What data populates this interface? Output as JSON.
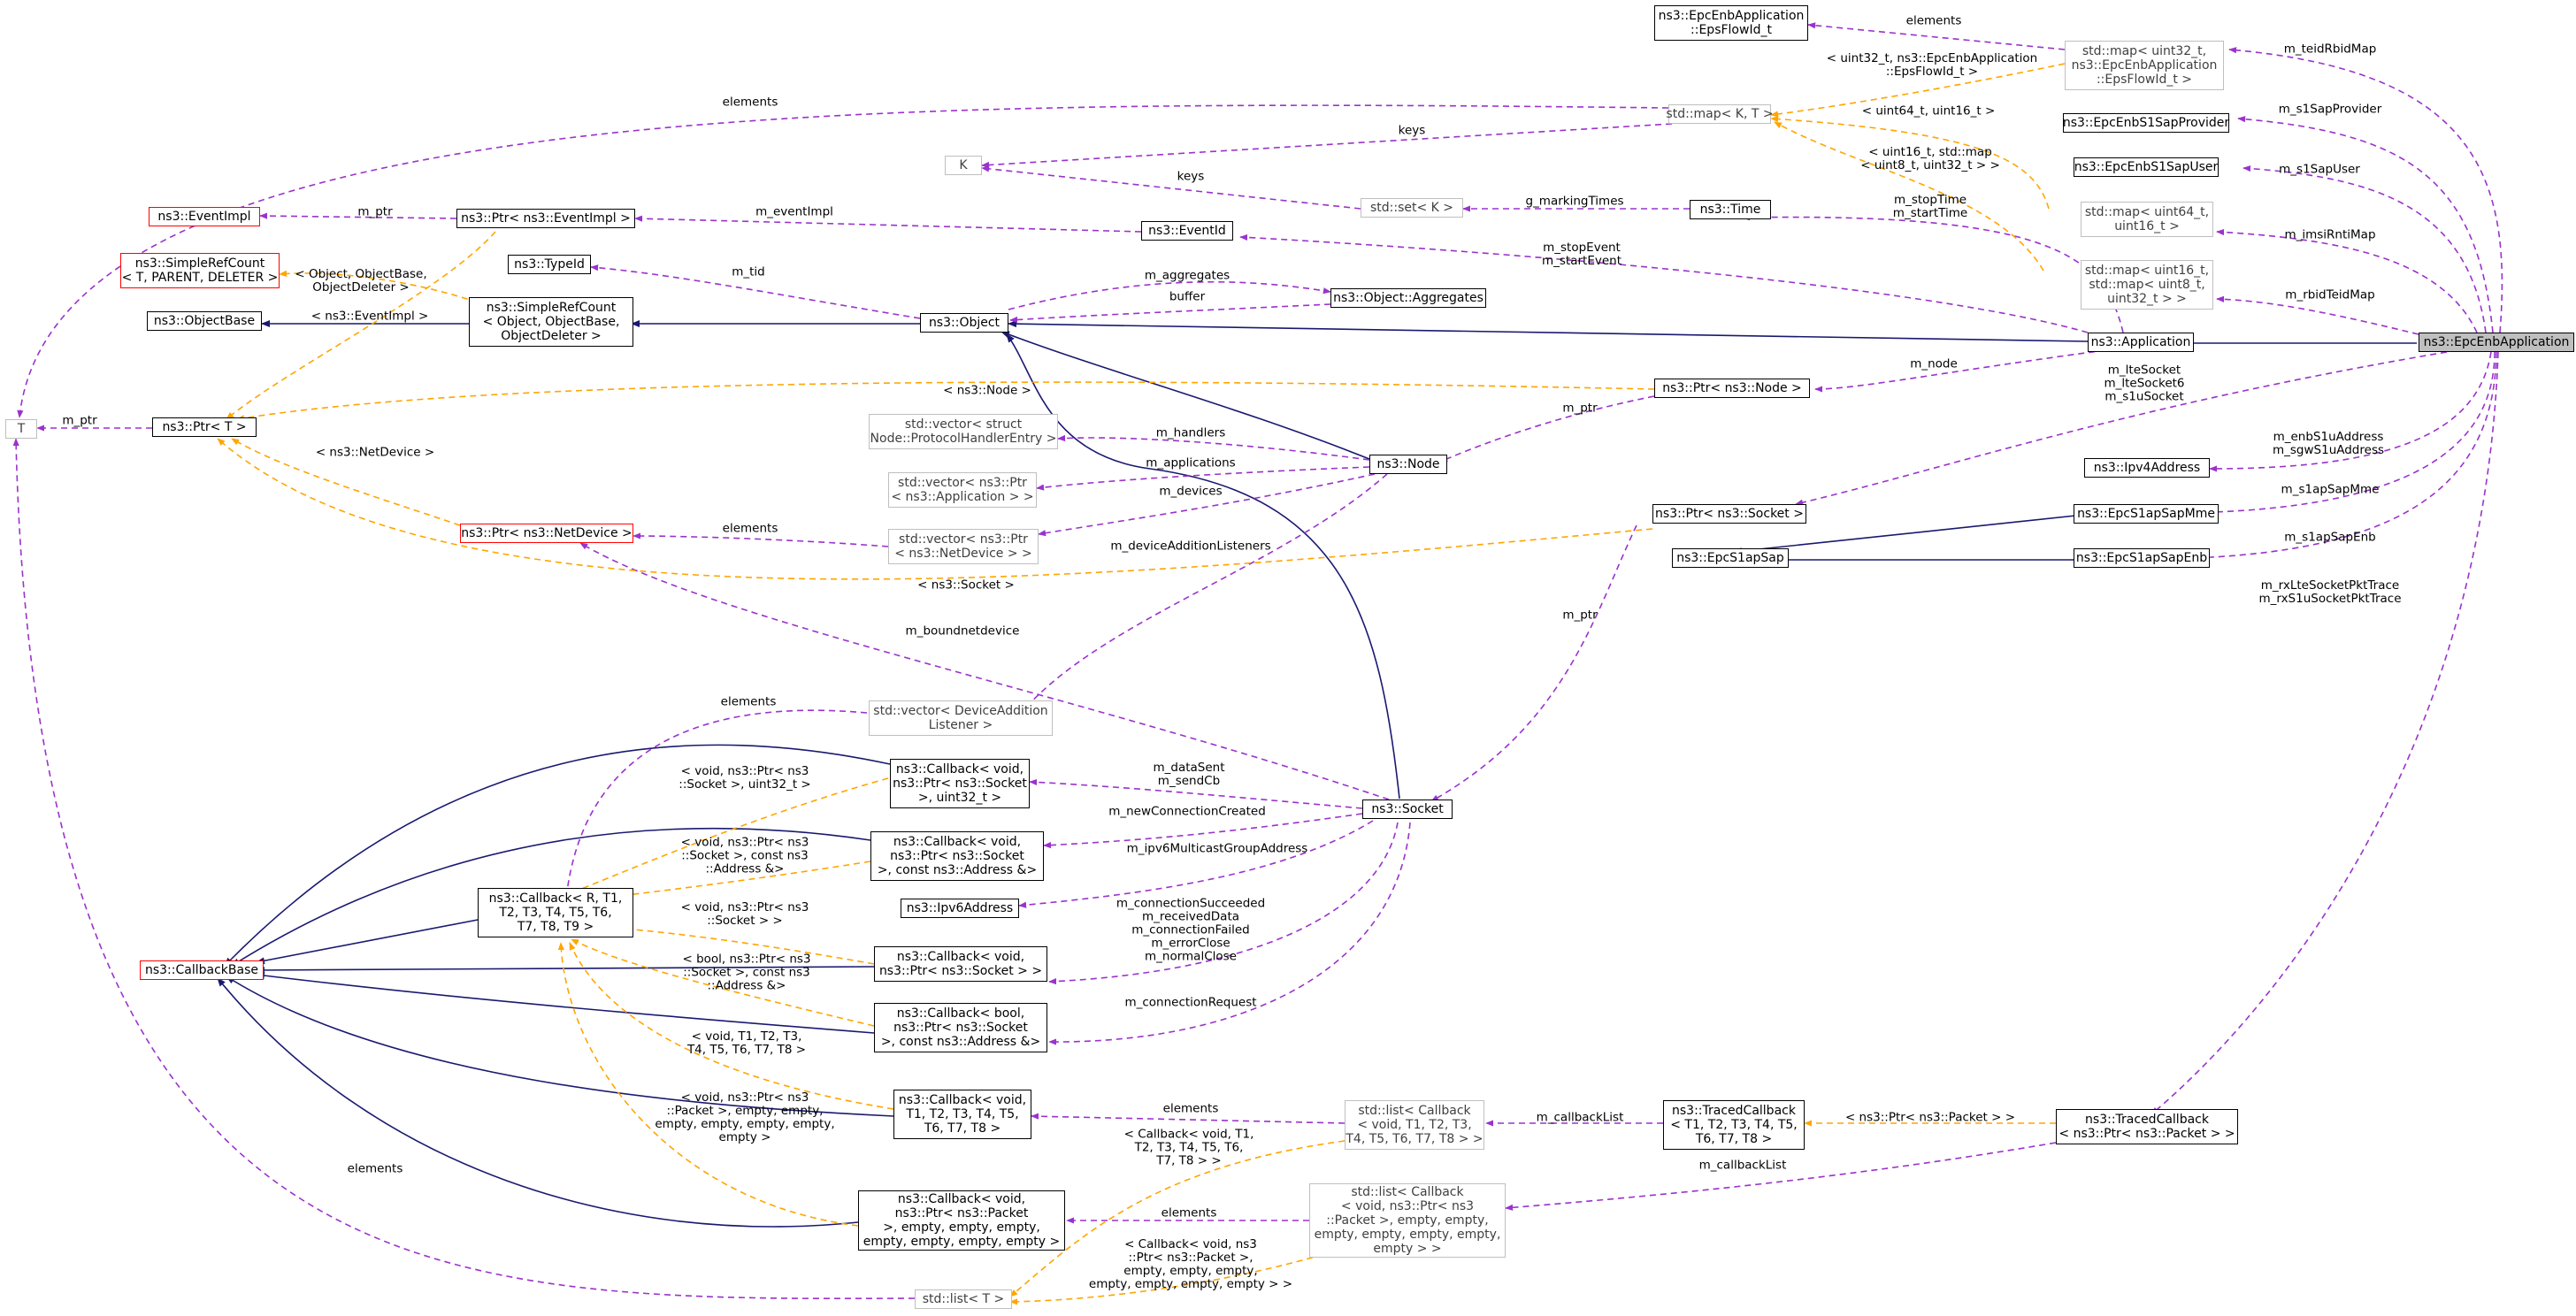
{
  "focus_class": "ns3::EpcEnbApplication",
  "nodes": {
    "epc_enb_application": "ns3::EpcEnbApplication",
    "application": "ns3::Application",
    "object": "ns3::Object",
    "simple_ref_count_object": "ns3::SimpleRefCount\n< Object, ObjectBase,\nObjectDeleter >",
    "object_base": "ns3::ObjectBase",
    "simple_ref_count_template": "ns3::SimpleRefCount\n< T, PARENT, DELETER >",
    "ptr_t": "ns3::Ptr< T >",
    "t_param": "T",
    "k_param": "K",
    "event_impl": "ns3::EventImpl",
    "ptr_event_impl": "ns3::Ptr< ns3::EventImpl >",
    "type_id": "ns3::TypeId",
    "eps_flow_id": "ns3::EpcEnbApplication\n::EpsFlowId_t",
    "map_teid_rbid": "std::map< uint32_t,\nns3::EpcEnbApplication\n::EpsFlowId_t >",
    "map_k_t": "std::map< K, T >",
    "set_k": "std::set< K >",
    "time": "ns3::Time",
    "event_id": "ns3::EventId",
    "object_aggregates": "ns3::Object::Aggregates",
    "s1sap_provider": "ns3::EpcEnbS1SapProvider",
    "s1sap_user": "ns3::EpcEnbS1SapUser",
    "map_imsi_rnti": "std::map< uint64_t,\nuint16_t >",
    "map_rbid_teid": "std::map< uint16_t,\nstd::map< uint8_t,\nuint32_t > >",
    "ptr_node": "ns3::Ptr< ns3::Node >",
    "node": "ns3::Node",
    "vector_protocol_handler": "std::vector< struct\nNode::ProtocolHandlerEntry >",
    "vector_applications": "std::vector< ns3::Ptr\n< ns3::Application > >",
    "vector_netdevice": "std::vector< ns3::Ptr\n< ns3::NetDevice > >",
    "ptr_netdevice": "ns3::Ptr< ns3::NetDevice >",
    "ptr_socket": "ns3::Ptr< ns3::Socket >",
    "ipv4_address": "ns3::Ipv4Address",
    "epc_s1ap_sap_mme": "ns3::EpcS1apSapMme",
    "epc_s1ap_sap": "ns3::EpcS1apSap",
    "epc_s1ap_sap_enb": "ns3::EpcS1apSapEnb",
    "vector_device_addition": "std::vector< DeviceAddition\nListener >",
    "socket": "ns3::Socket",
    "callback_datasent": "ns3::Callback< void,\nns3::Ptr< ns3::Socket\n>, uint32_t >",
    "callback_newconn": "ns3::Callback< void,\nns3::Ptr< ns3::Socket\n>, const ns3::Address &>",
    "ipv6_address": "ns3::Ipv6Address",
    "callback_template": "ns3::Callback< R, T1,\nT2, T3, T4, T5, T6,\nT7, T8, T9 >",
    "callback_base": "ns3::CallbackBase",
    "callback_conn_succeeded": "ns3::Callback< void,\nns3::Ptr< ns3::Socket > >",
    "callback_conn_request": "ns3::Callback< bool,\nns3::Ptr< ns3::Socket\n>, const ns3::Address &>",
    "callback_void_t1_t8": "ns3::Callback< void,\nT1, T2, T3, T4, T5,\nT6, T7, T8 >",
    "callback_packet": "ns3::Callback< void,\nns3::Ptr< ns3::Packet\n>, empty, empty, empty,\nempty, empty, empty, empty >",
    "list_callback_t1_t8": "std::list< Callback\n< void, T1, T2, T3,\nT4, T5, T6, T7, T8 > >",
    "list_callback_packet": "std::list< Callback\n< void, ns3::Ptr< ns3\n::Packet >, empty, empty,\nempty, empty, empty, empty,\nempty > >",
    "list_t": "std::list< T >",
    "traced_callback_template": "ns3::TracedCallback\n< T1, T2, T3, T4, T5,\nT6, T7, T8 >",
    "traced_callback_packet": "ns3::TracedCallback\n< ns3::Ptr< ns3::Packet > >"
  },
  "edge_labels": {
    "elements_epsflow": "elements",
    "uint32_epsflow": "< uint32_t, ns3::EpcEnbApplication\n::EpsFlowId_t >",
    "m_teidRbidMap": "m_teidRbidMap",
    "elements_map_t": "elements",
    "keys_map_k": "keys",
    "uint64_uint16": "< uint64_t, uint16_t >",
    "m_s1SapProvider": "m_s1SapProvider",
    "keys_set": "keys",
    "uint16_map": "< uint16_t, std::map\n< uint8_t, uint32_t > >",
    "m_ptr_eventimpl": "m_ptr",
    "m_eventImpl": "m_eventImpl",
    "g_markingTimes": "g_markingTimes",
    "m_s1SapUser": "m_s1SapUser",
    "stop_start_time": "m_stopTime\nm_startTime",
    "m_imsiRntiMap": "m_imsiRntiMap",
    "m_tid": "m_tid",
    "m_aggregates": "m_aggregates",
    "stop_start_event": "m_stopEvent\nm_startEvent",
    "object_base_deleter": "< Object, ObjectBase,\nObjectDeleter >",
    "buffer": "buffer",
    "m_rbidTeidMap": "m_rbidTeidMap",
    "event_impl_tmpl": "< ns3::EventImpl >",
    "m_node": "m_node",
    "sockets": "m_lteSocket\nm_lteSocket6\nm_s1uSocket",
    "m_ptr_t": "m_ptr",
    "node_tmpl": "< ns3::Node >",
    "m_ptr_node": "m_ptr",
    "m_handlers": "m_handlers",
    "s1u_address": "m_enbS1uAddress\nm_sgwS1uAddress",
    "netdevice_tmpl": "< ns3::NetDevice >",
    "m_applications": "m_applications",
    "m_devices": "m_devices",
    "m_s1apSapMme": "m_s1apSapMme",
    "elements_netdevice": "elements",
    "m_deviceAdditionListeners": "m_deviceAdditionListeners",
    "m_s1apSapEnb": "m_s1apSapEnb",
    "socket_tmpl": "< ns3::Socket >",
    "pkt_trace": "m_rxLteSocketPktTrace\nm_rxS1uSocketPktTrace",
    "m_boundnetdevice": "m_boundnetdevice",
    "m_ptr_socket": "m_ptr",
    "elements_listeners": "elements",
    "datasent_sendcb": "m_dataSent\nm_sendCb",
    "void_socket_uint32": "< void, ns3::Ptr< ns3\n::Socket >, uint32_t >",
    "m_newConnectionCreated": "m_newConnectionCreated",
    "void_socket_address": "< void, ns3::Ptr< ns3\n::Socket >, const ns3\n::Address &>",
    "m_ipv6MulticastGroupAddress": "m_ipv6MulticastGroupAddress",
    "void_socket": "< void, ns3::Ptr< ns3\n::Socket > >",
    "conn_callbacks": "m_connectionSucceeded\nm_receivedData\nm_connectionFailed\nm_errorClose\nm_normalClose",
    "bool_socket_address": "< bool, ns3::Ptr< ns3\n::Socket >, const ns3\n::Address &>",
    "m_connectionRequest": "m_connectionRequest",
    "void_t1_t8": "< void, T1, T2, T3,\nT4, T5, T6, T7, T8 >",
    "elements_list_cb": "elements",
    "m_callbackList_1": "m_callbackList",
    "ptr_packet_tmpl": "< ns3::Ptr< ns3::Packet > >",
    "void_packet_empty": "< void, ns3::Ptr< ns3\n::Packet >, empty, empty,\nempty, empty, empty, empty,\nempty >",
    "elements_t": "elements",
    "callback_void_t1": "< Callback< void, T1,\nT2, T3, T4, T5, T6,\nT7, T8 > >",
    "m_callbackList_2": "m_callbackList",
    "elements_list_packet": "elements",
    "callback_void_packet": "< Callback< void, ns3\n::Ptr< ns3::Packet >,\nempty, empty, empty,\nempty, empty, empty, empty > >"
  },
  "colors": {
    "member_edge": "#9a32cd",
    "template_edge": "#ffa500",
    "inheritance_edge": "#191970",
    "gray_border": "#bfbfbf",
    "red_border": "#ff0000",
    "focus_fill": "#bfbfbf"
  }
}
